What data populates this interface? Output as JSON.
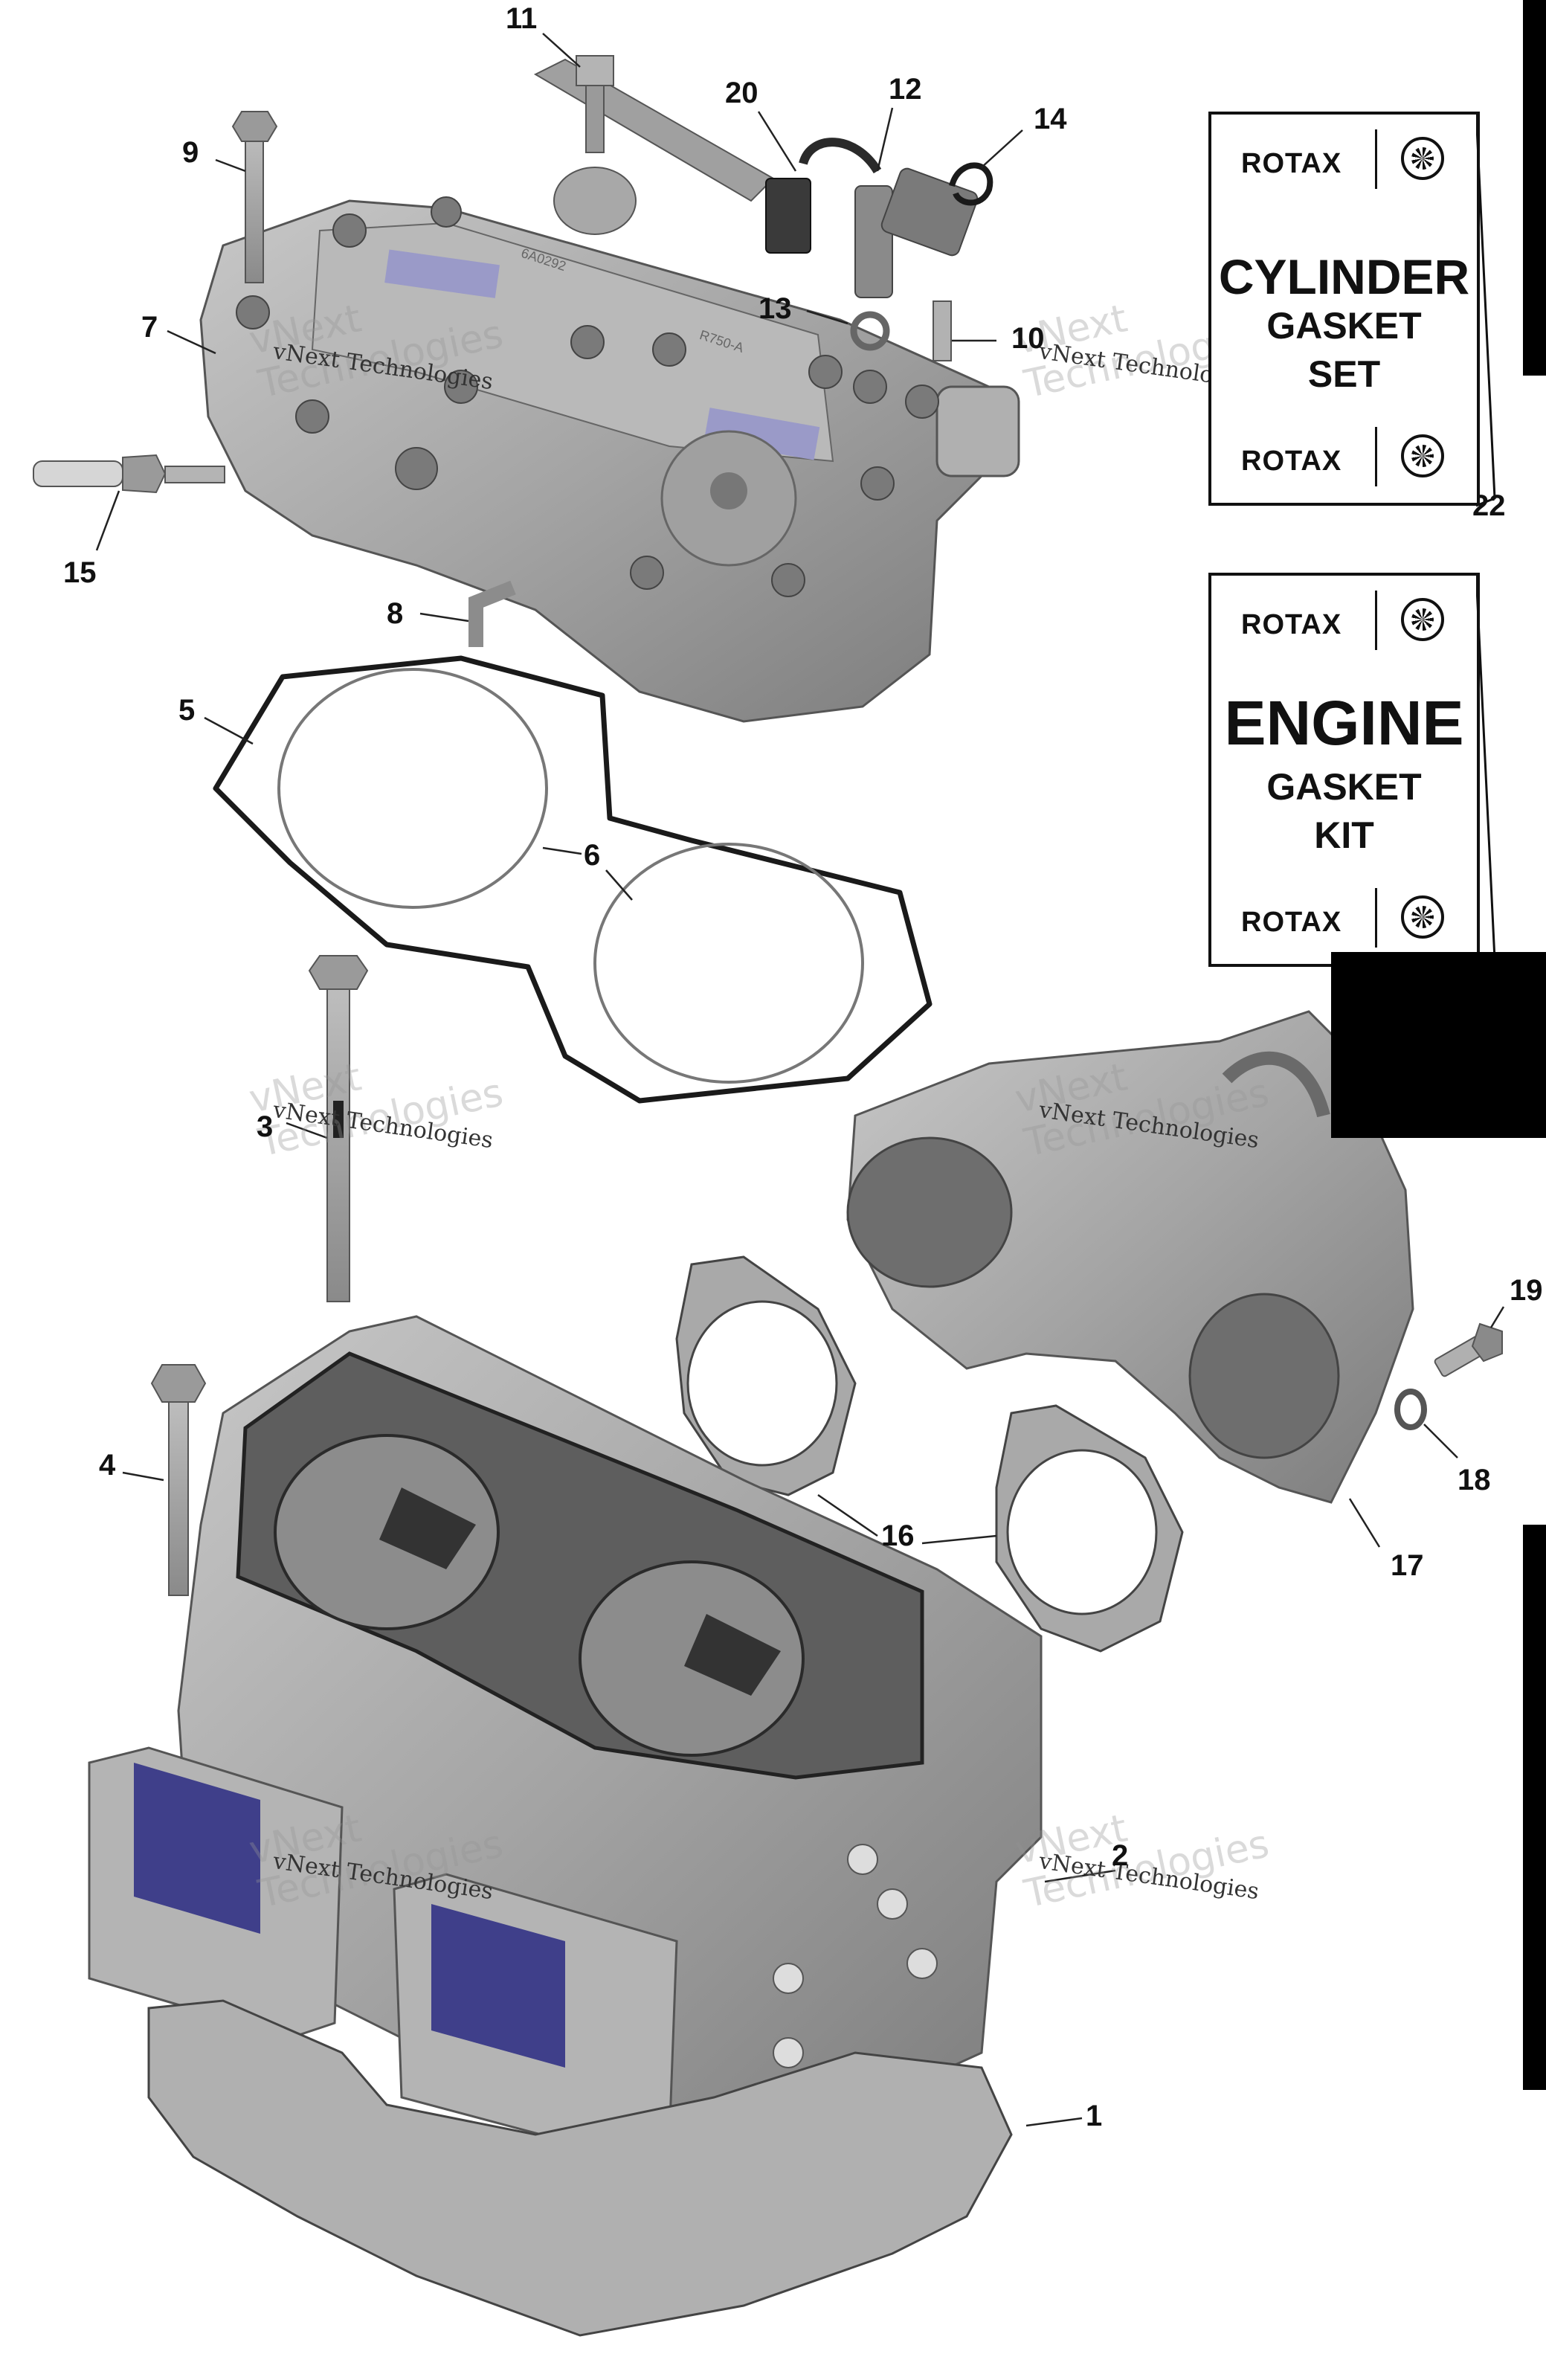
{
  "diagram": {
    "callouts": [
      "11",
      "9",
      "20",
      "12",
      "14",
      "7",
      "13",
      "10",
      "15",
      "8",
      "5",
      "6",
      "3",
      "4",
      "16",
      "19",
      "18",
      "17",
      "2",
      "1",
      "22"
    ],
    "watermark": {
      "brand_large": "vNext\nTechnologies",
      "brand_small": "vNext Technologies"
    },
    "part_text": {
      "head_code_a": "6A0292",
      "head_code_b": "R750-A"
    }
  },
  "kits": {
    "cylinder": {
      "brand_top": "ROTAX",
      "line1": "CYLINDER",
      "line2": "GASKET",
      "line3": "SET",
      "brand_bottom": "ROTAX",
      "logo_icon": "brp-logo-icon",
      "callout": "22"
    },
    "engine": {
      "brand_top": "ROTAX",
      "line1": "ENGINE",
      "line2": "GASKET",
      "line3": "KIT",
      "brand_bottom": "ROTAX",
      "logo_icon": "brp-logo-icon"
    }
  },
  "colors": {
    "part_fill": "#a9a9a9",
    "part_dark": "#6e6e6e",
    "part_light": "#d2d2d2",
    "reed_blue": "#3f3f8a",
    "gasket_pad": "#9a9ac8"
  }
}
